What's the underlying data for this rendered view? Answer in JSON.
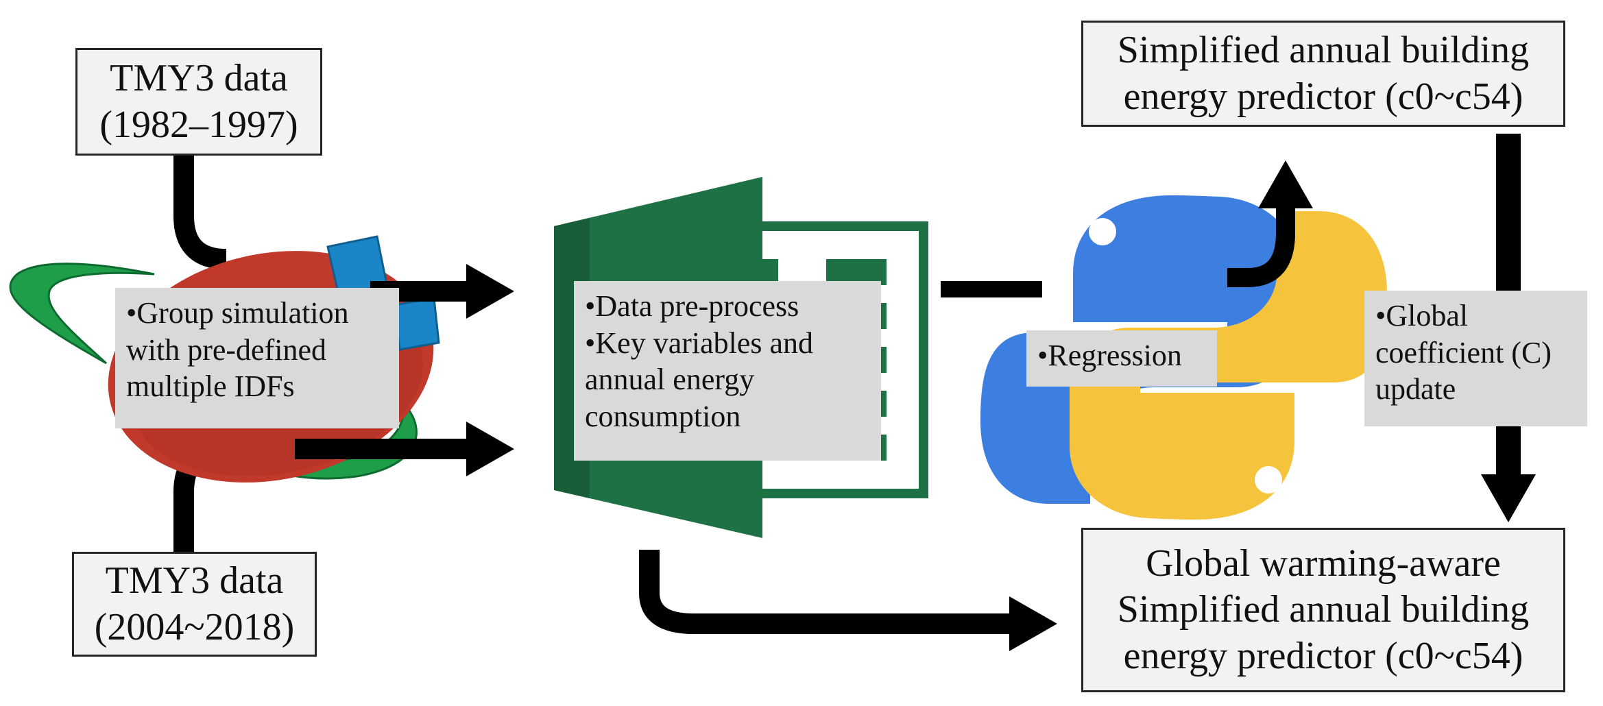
{
  "boxes": {
    "tmy3_past": {
      "lines": [
        "TMY3  data",
        "(1982–1997)"
      ]
    },
    "tmy3_recent": {
      "lines": [
        "TMY3  data",
        "(2004~2018)"
      ]
    },
    "simplified_predictor": {
      "lines": [
        "Simplified annual building",
        "energy predictor (c0~c54)"
      ]
    },
    "global_predictor": {
      "lines": [
        "Global warming-aware",
        "Simplified annual building",
        "energy predictor (c0~c54)"
      ]
    }
  },
  "notes": {
    "group_simulation": {
      "lines": [
        "•Group simulation",
        "with pre-defined",
        "multiple IDFs"
      ]
    },
    "data_preprocess": {
      "lines": [
        "•Data pre-process",
        "•Key variables and",
        "annual energy",
        "consumption"
      ]
    },
    "regression": {
      "lines": [
        "•Regression"
      ]
    },
    "global_coefficient": {
      "lines": [
        "•Global",
        "coefficient (C)",
        "update"
      ]
    }
  },
  "icons": {
    "simulation": "energyplus-icon",
    "spreadsheet": "excel-icon",
    "regression": "python-icon"
  },
  "colors": {
    "arrow": "#000000",
    "box_fill": "#f2f2f2",
    "note_fill": "#d9d9d9",
    "excel_green": "#1e7145",
    "python_blue": "#3d7fe0",
    "python_yellow": "#f6c33d",
    "energyplus_red": "#c0392b",
    "energyplus_green": "#1f9e4a",
    "energyplus_blue": "#1a86c8"
  }
}
